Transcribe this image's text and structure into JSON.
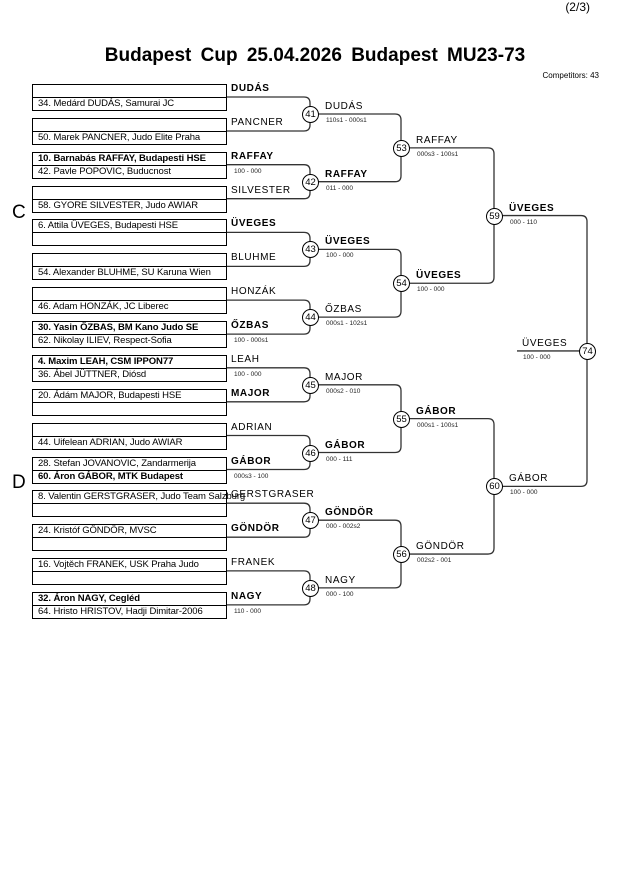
{
  "header": {
    "page": "(2/3)",
    "title": "Budapest Cup  25.04.2026  Budapest   MU23-73",
    "competitors": "Competitors: 43"
  },
  "sections": [
    "C",
    "D"
  ],
  "round1": [
    {
      "match": "41",
      "boxes": [
        {
          "rows": [
            {
              "text": "",
              "bold": false
            },
            {
              "text": "34. Medárd DUDÁS, Samurai JC",
              "bold": false
            }
          ],
          "label": "DUDÁS",
          "label_bold": true,
          "score": ""
        },
        {
          "rows": [
            {
              "text": "",
              "bold": false
            },
            {
              "text": "50. Marek PANCNER, Judo Elite Praha",
              "bold": false
            }
          ],
          "label": "PANCNER",
          "label_bold": false,
          "score": ""
        }
      ]
    },
    {
      "match": "42",
      "boxes": [
        {
          "rows": [
            {
              "text": "10. Barnabás RAFFAY, Budapesti HSE",
              "bold": true
            },
            {
              "text": "42. Pavle POPOVIC, Buducnost",
              "bold": false
            }
          ],
          "label": "RAFFAY",
          "label_bold": true,
          "score": "100 - 000"
        },
        {
          "rows": [
            {
              "text": "",
              "bold": false
            },
            {
              "text": "58. GYORE SILVESTER, Judo AWIAR",
              "bold": false
            }
          ],
          "label": "SILVESTER",
          "label_bold": false,
          "score": ""
        }
      ]
    },
    {
      "match": "43",
      "boxes": [
        {
          "rows": [
            {
              "text": "6. Attila ÜVEGES, Budapesti HSE",
              "bold": false
            },
            {
              "text": "",
              "bold": false
            }
          ],
          "label": "ÜVEGES",
          "label_bold": true,
          "score": ""
        },
        {
          "rows": [
            {
              "text": "",
              "bold": false
            },
            {
              "text": "54. Alexander BLUHME, SU Karuna Wien",
              "bold": false
            }
          ],
          "label": "BLUHME",
          "label_bold": false,
          "score": ""
        }
      ]
    },
    {
      "match": "44",
      "boxes": [
        {
          "rows": [
            {
              "text": "",
              "bold": false
            },
            {
              "text": "46. Adam HONZÁK, JC Liberec",
              "bold": false
            }
          ],
          "label": "HONZÁK",
          "label_bold": false,
          "score": ""
        },
        {
          "rows": [
            {
              "text": "30. Yasin ŐZBAS, BM Kano Judo SE",
              "bold": true
            },
            {
              "text": "62. Nikolay ILIEV, Respect-Sofia",
              "bold": false
            }
          ],
          "label": "ŐZBAS",
          "label_bold": true,
          "score": "100 - 000s1"
        }
      ]
    },
    {
      "match": "45",
      "boxes": [
        {
          "rows": [
            {
              "text": "4. Maxim LEAH, CSM IPPON77",
              "bold": true
            },
            {
              "text": "36. Ábel JÜTTNER, Diósd",
              "bold": false
            }
          ],
          "label": "LEAH",
          "label_bold": false,
          "score": "100 - 000"
        },
        {
          "rows": [
            {
              "text": "20. Ádám MAJOR, Budapesti HSE",
              "bold": false
            },
            {
              "text": "",
              "bold": false
            }
          ],
          "label": "MAJOR",
          "label_bold": true,
          "score": ""
        }
      ]
    },
    {
      "match": "46",
      "boxes": [
        {
          "rows": [
            {
              "text": "",
              "bold": false
            },
            {
              "text": "44. Uifelean ADRIAN, Judo AWIAR",
              "bold": false
            }
          ],
          "label": "ADRIAN",
          "label_bold": false,
          "score": ""
        },
        {
          "rows": [
            {
              "text": "28. Stefan JOVANOVIC, Zandarmerija",
              "bold": false
            },
            {
              "text": "60. Áron GÁBOR, MTK Budapest",
              "bold": true
            }
          ],
          "label": "GÁBOR",
          "label_bold": true,
          "score": "000s3 - 100"
        }
      ]
    },
    {
      "match": "47",
      "boxes": [
        {
          "rows": [
            {
              "text": "8. Valentin GERSTGRASER, Judo Team Salzburg",
              "bold": false
            },
            {
              "text": "",
              "bold": false
            }
          ],
          "label": "GERSTGRASER",
          "label_bold": false,
          "score": ""
        },
        {
          "rows": [
            {
              "text": "24. Kristóf GÖNDÖR, MVSC",
              "bold": false
            },
            {
              "text": "",
              "bold": false
            }
          ],
          "label": "GÖNDÖR",
          "label_bold": true,
          "score": ""
        }
      ]
    },
    {
      "match": "48",
      "boxes": [
        {
          "rows": [
            {
              "text": "16. Vojtěch FRANEK, USK Praha Judo",
              "bold": false
            },
            {
              "text": "",
              "bold": false
            }
          ],
          "label": "FRANEK",
          "label_bold": false,
          "score": ""
        },
        {
          "rows": [
            {
              "text": "32. Áron NAGY, Cegléd",
              "bold": true
            },
            {
              "text": "64. Hristo HRISTOV, Hadji Dimitar-2006",
              "bold": false
            }
          ],
          "label": "NAGY",
          "label_bold": true,
          "score": "110 - 000"
        }
      ]
    }
  ],
  "round1_results": [
    {
      "winner": "DUDÁS",
      "bold": false,
      "score": "110s1 - 000s1"
    },
    {
      "winner": "RAFFAY",
      "bold": true,
      "score": "011 - 000"
    },
    {
      "winner": "ÜVEGES",
      "bold": true,
      "score": "100 - 000"
    },
    {
      "winner": "ŐZBAS",
      "bold": false,
      "score": "000s1 - 102s1"
    },
    {
      "winner": "MAJOR",
      "bold": false,
      "score": "000s2 - 010"
    },
    {
      "winner": "GÁBOR",
      "bold": true,
      "score": "000 - 111"
    },
    {
      "winner": "GÖNDÖR",
      "bold": true,
      "score": "000 - 002s2"
    },
    {
      "winner": "NAGY",
      "bold": false,
      "score": "000 - 100"
    }
  ],
  "round2": [
    {
      "match": "53",
      "winner": "RAFFAY",
      "bold": false,
      "score": "000s3 - 100s1"
    },
    {
      "match": "54",
      "winner": "ÜVEGES",
      "bold": true,
      "score": "100 - 000"
    },
    {
      "match": "55",
      "winner": "GÁBOR",
      "bold": true,
      "score": "000s1 - 100s1"
    },
    {
      "match": "56",
      "winner": "GÖNDÖR",
      "bold": false,
      "score": "002s2 - 001"
    }
  ],
  "round3": [
    {
      "match": "59",
      "winner": "ÜVEGES",
      "bold": true,
      "score": "000 - 110"
    },
    {
      "match": "60",
      "winner": "GÁBOR",
      "bold": false,
      "score": "100 - 000"
    }
  ],
  "final": {
    "match": "74",
    "winner": "ÜVEGES",
    "bold": false,
    "score": "100 - 000"
  }
}
